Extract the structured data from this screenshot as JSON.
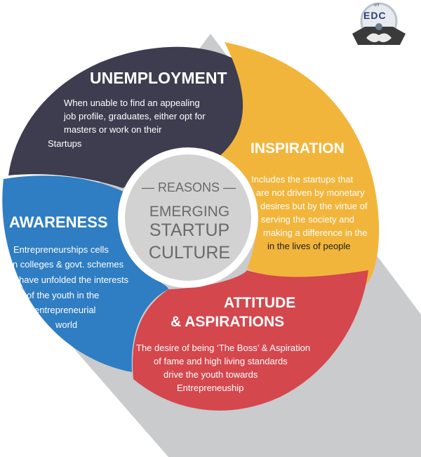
{
  "logo": {
    "brand": "EDC",
    "small": "VIT",
    "icon": "handshake-icon",
    "colors": {
      "ring": "#b9c3cc",
      "accent": "#2d3d7a"
    }
  },
  "center": {
    "reasons_label": "REASONS",
    "title_lines": [
      "EMERGING",
      "STARTUP",
      "CULTURE"
    ]
  },
  "segments": {
    "unemployment": {
      "title": "UNEMPLOYMENT",
      "lines": [
        "When unable to find an appealing",
        "job profile, graduates, either opt for",
        "masters or work on their",
        "Startups"
      ],
      "color": "#3e3d50"
    },
    "inspiration": {
      "title": "INSPIRATION",
      "lines": [
        "Includes the startups that",
        "are not driven by monetary",
        "desires but by the virtue of",
        "serving the society and",
        "making a difference in the",
        "in the lives of people"
      ],
      "color": "#f2b53b"
    },
    "awareness": {
      "title": "AWARENESS",
      "lines": [
        "Entrepreneurships cells",
        "in colleges & govt. schemes",
        "have unfolded the interests",
        "of the youth in the",
        "entrepreneurial",
        "world"
      ],
      "color": "#2f7dc2"
    },
    "attitude": {
      "title_lines": [
        "ATTITUDE",
        "& ASPIRATIONS"
      ],
      "lines": [
        "The desire of being ‘The Boss’ & Aspiration",
        "of fame and high living standards",
        "drive the youth towards",
        "Entrepreneuship"
      ],
      "color": "#d4474d"
    }
  },
  "colors": {
    "shadow": "#c9cbcd",
    "hub": "#d2d2d2",
    "hub_text": "#6a6a6a"
  }
}
